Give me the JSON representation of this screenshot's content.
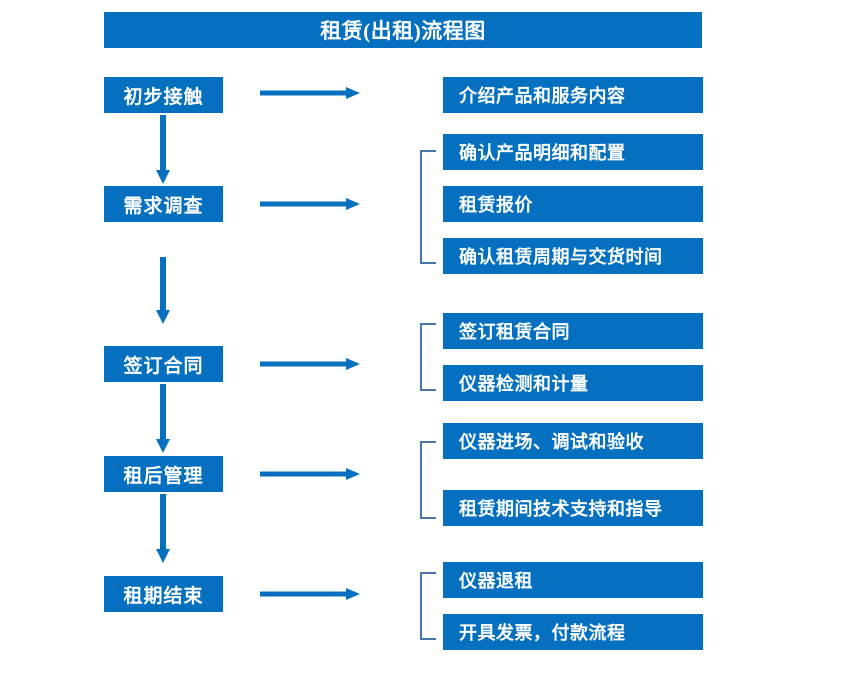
{
  "diagram": {
    "title": "租赁(出租)流程图",
    "colors": {
      "box_fill": "#0570C0",
      "box_text": "#FFFFFF",
      "arrow": "#0570C0",
      "bracket": "#4976A8",
      "background": "#FFFFFF"
    },
    "stages": [
      {
        "label": "初步接触",
        "arrow_label": "flow-arrow-right",
        "details": [
          "介绍产品和服务内容"
        ],
        "has_bracket": false
      },
      {
        "label": "需求调查",
        "arrow_label": "flow-arrow-right",
        "details": [
          "确认产品明细和配置",
          "租赁报价",
          "确认租赁周期与交货时间"
        ],
        "has_bracket": true
      },
      {
        "label": "签订合同",
        "arrow_label": "flow-arrow-right",
        "details": [
          "签订租赁合同",
          "仪器检测和计量"
        ],
        "has_bracket": true
      },
      {
        "label": "租后管理",
        "arrow_label": "flow-arrow-right",
        "details": [
          "仪器进场、调试和验收",
          "租赁期间技术支持和指导"
        ],
        "has_bracket": true
      },
      {
        "label": "租期结束",
        "arrow_label": "flow-arrow-right",
        "details": [
          "仪器退租",
          "开具发票，付款流程"
        ],
        "has_bracket": true
      }
    ],
    "connectors": {
      "vertical_arrows": 4,
      "horizontal_arrows": 5
    }
  }
}
